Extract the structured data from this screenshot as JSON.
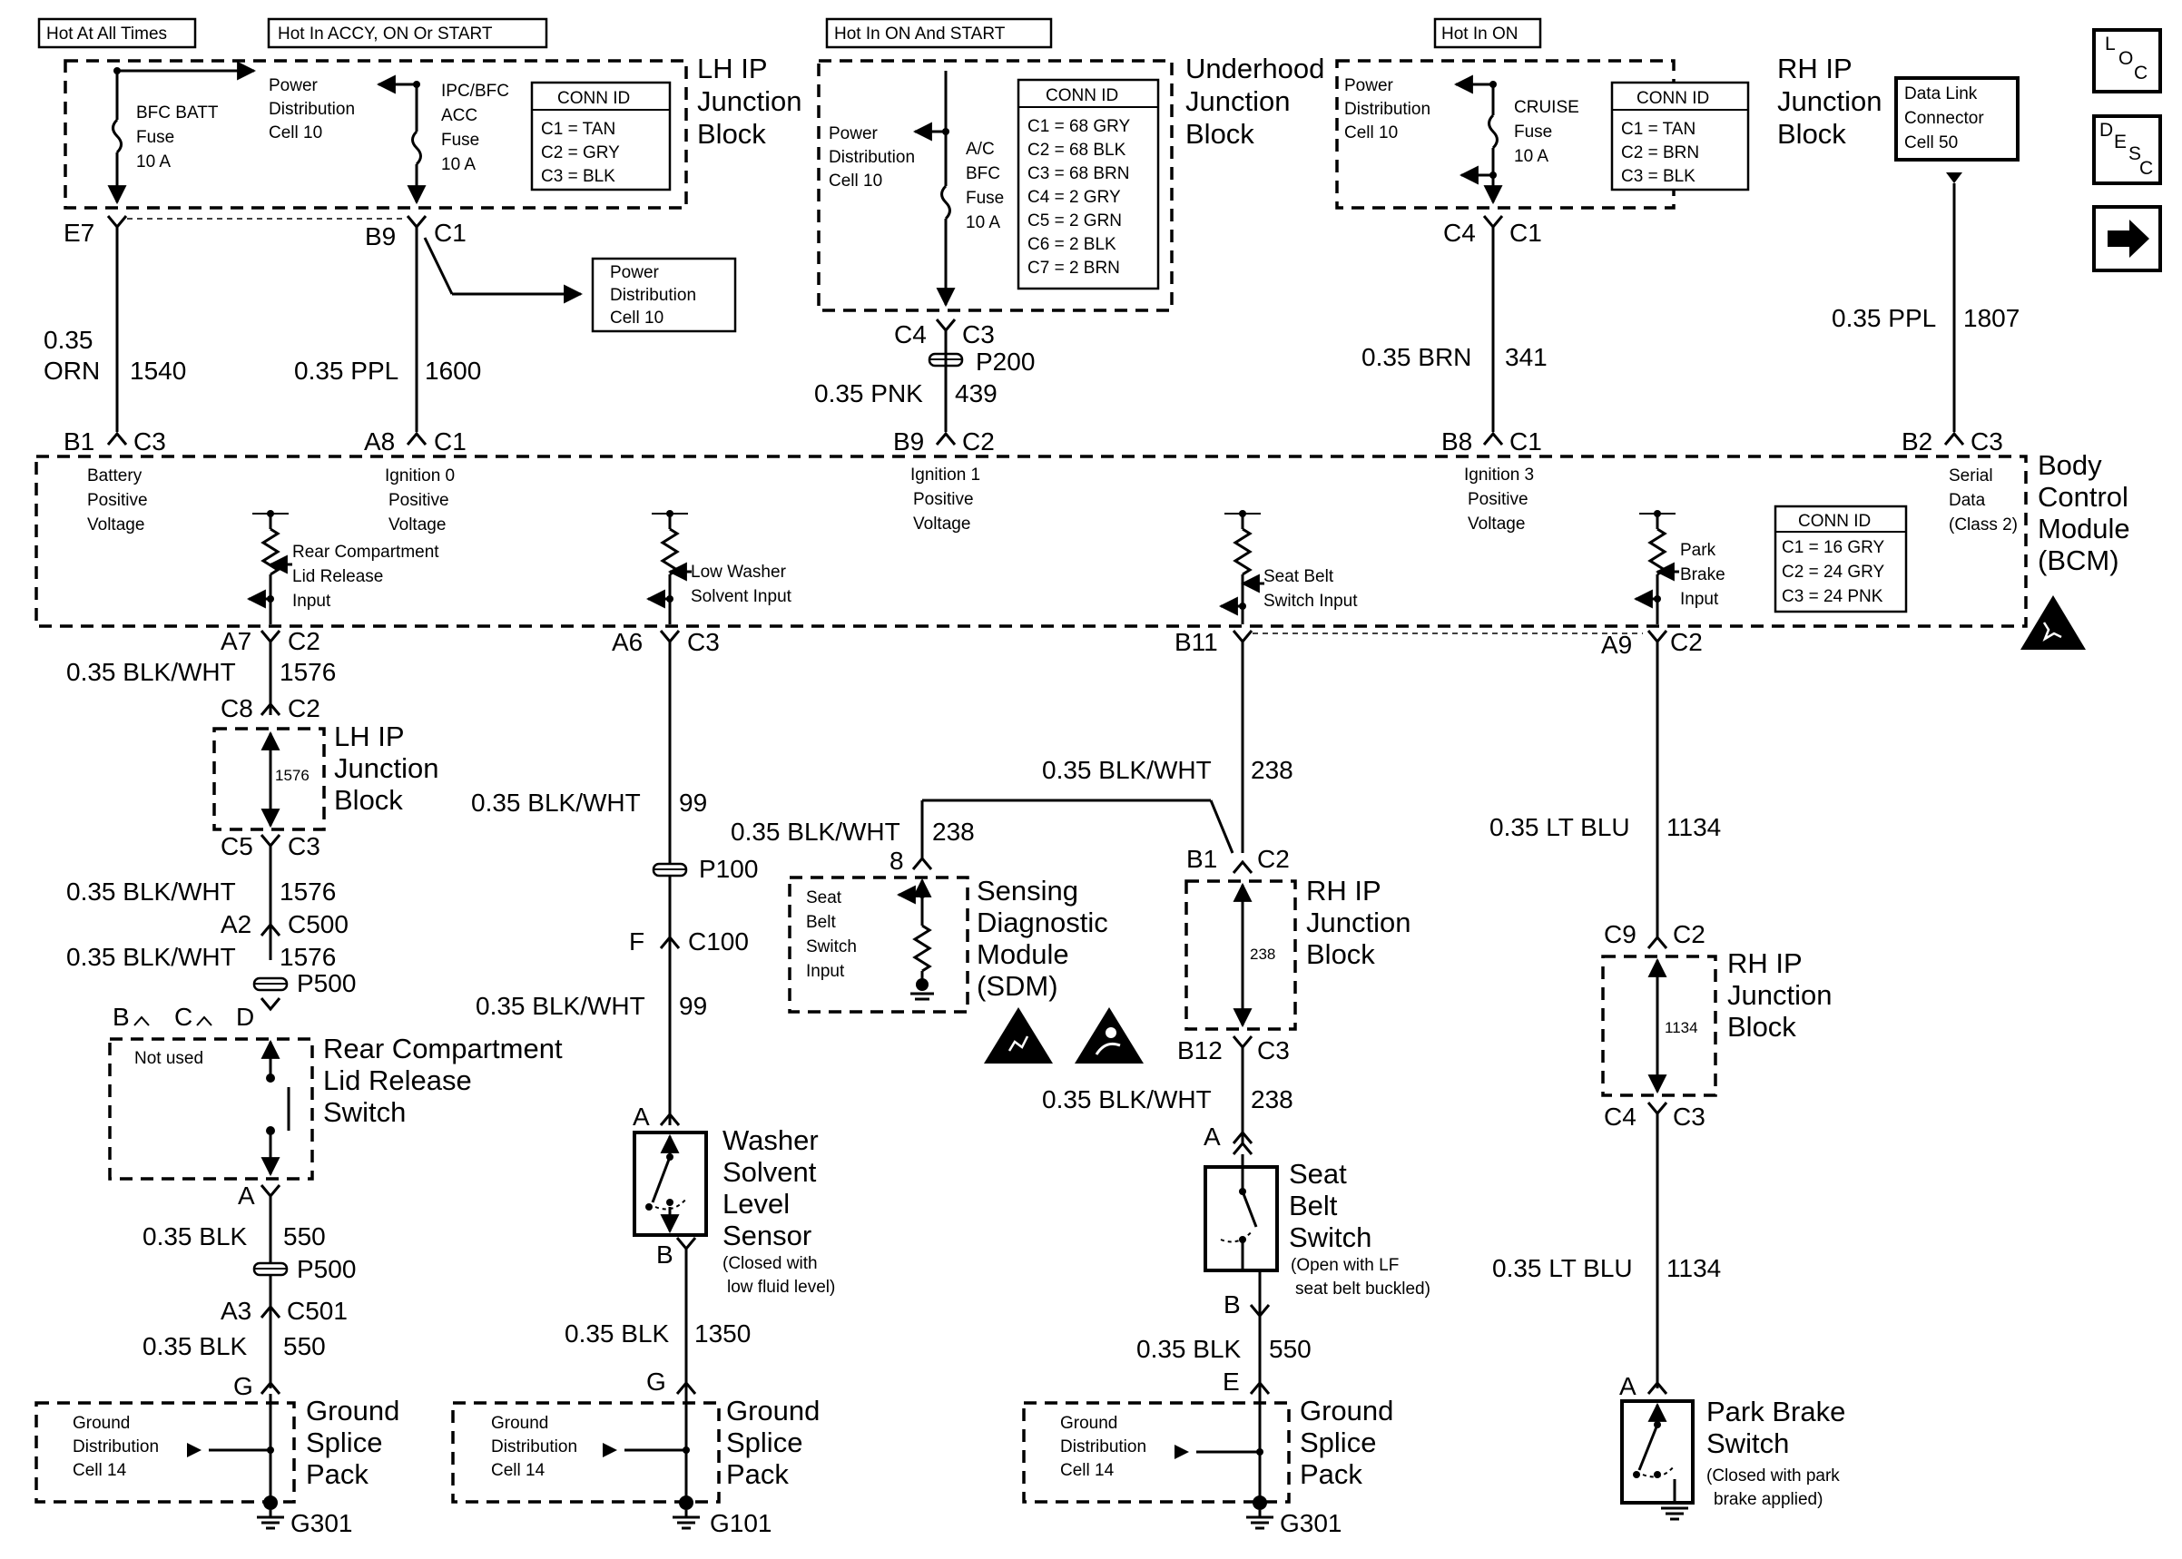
{
  "power_labels": {
    "hot_at_all_times": "Hot At All Times",
    "hot_accy_on_start": "Hot In ACCY, ON Or START",
    "hot_on_and_start": "Hot In ON And START",
    "hot_in_on": "Hot In ON"
  },
  "lh_ip_block": {
    "title": [
      "LH IP",
      "Junction",
      "Block"
    ],
    "bfc_batt_fuse": [
      "BFC BATT",
      "Fuse",
      "10 A"
    ],
    "pdc": [
      "Power",
      "Distribution",
      "Cell 10"
    ],
    "acc_fuse": [
      "IPC/BFC",
      "ACC",
      "Fuse",
      "10 A"
    ],
    "conn_id_title": "CONN ID",
    "conn_ids": [
      "C1 = TAN",
      "C2 = GRY",
      "C3 = BLK"
    ],
    "pin_e7": "E7",
    "pin_b9": "B9",
    "pin_c1": "C1"
  },
  "pdc_box": [
    "Power",
    "Distribution",
    "Cell 10"
  ],
  "underhood_block": {
    "title": [
      "Underhood",
      "Junction",
      "Block"
    ],
    "pdc": [
      "Power",
      "Distribution",
      "Cell 10"
    ],
    "fuse": [
      "A/C",
      "BFC",
      "Fuse",
      "10 A"
    ],
    "conn_id_title": "CONN ID",
    "conn_ids": [
      "C1 = 68 GRY",
      "C2 = 68 BLK",
      "C3 = 68 BRN",
      "C4 = 2 GRY",
      "C5 = 2 GRN",
      "C6 = 2 BLK",
      "C7 = 2 BRN"
    ],
    "pin_c4": "C4",
    "pin_c3": "C3",
    "p200": "P200"
  },
  "rh_ip_block": {
    "title": [
      "RH IP",
      "Junction",
      "Block"
    ],
    "pdc": [
      "Power",
      "Distribution",
      "Cell 10"
    ],
    "fuse": [
      "CRUISE",
      "Fuse",
      "10 A"
    ],
    "conn_id_title": "CONN ID",
    "conn_ids": [
      "C1 = TAN",
      "C2 = BRN",
      "C3 = BLK"
    ],
    "pin_c4": "C4",
    "pin_c1": "C1"
  },
  "dlc": [
    "Data Link",
    "Connector",
    "Cell 50"
  ],
  "nav_icons": {
    "loc": [
      "L",
      "O",
      "C"
    ],
    "desc": [
      "D",
      "E",
      "S",
      "C"
    ]
  },
  "wires_top": {
    "w1540_gauge": [
      "0.35",
      "ORN"
    ],
    "w1540_circuit": "1540",
    "w1600_gauge": "0.35 PPL",
    "w1600_circuit": "1600",
    "w439_gauge": "0.35 PNK",
    "w439_circuit": "439",
    "w341_gauge": "0.35 BRN",
    "w341_circuit": "341",
    "w1807_gauge": "0.35 PPL",
    "w1807_circuit": "1807"
  },
  "bcm": {
    "title": [
      "Body",
      "Control",
      "Module",
      "(BCM)"
    ],
    "top_pins": [
      "B1",
      "C3",
      "A8",
      "C1",
      "B9",
      "C2",
      "B8",
      "C1",
      "B2",
      "C3"
    ],
    "battery": [
      "Battery",
      "Positive",
      "Voltage"
    ],
    "ign0": [
      "Ignition 0",
      "Positive",
      "Voltage"
    ],
    "ign1": [
      "Ignition 1",
      "Positive",
      "Voltage"
    ],
    "ign3": [
      "Ignition 3",
      "Positive",
      "Voltage"
    ],
    "serial": [
      "Serial",
      "Data",
      "(Class 2)"
    ],
    "rear_lid": [
      "Rear Compartment",
      "Lid Release",
      "Input"
    ],
    "washer": [
      "Low Washer",
      "Solvent Input"
    ],
    "seat_belt": [
      "Seat Belt",
      "Switch Input"
    ],
    "park": [
      "Park",
      "Brake",
      "Input"
    ],
    "conn_id_title": "CONN ID",
    "conn_ids": [
      "C1 = 16 GRY",
      "C2 = 24 GRY",
      "C3 = 24 PNK"
    ],
    "bottom_pins": [
      "A7",
      "C2",
      "A6",
      "C3",
      "B11",
      "A9",
      "C2"
    ]
  },
  "col1": {
    "w1": "0.35 BLK/WHT",
    "c1": "1576",
    "pin_c8": "C8",
    "pin_c2": "C2",
    "block": [
      "LH IP",
      "Junction",
      "Block"
    ],
    "inner": "1576",
    "pin_c5": "C5",
    "pin_c3": "C3",
    "w2": "0.35 BLK/WHT",
    "c2": "1576",
    "pin_a2": "A2",
    "pin_c500": "C500",
    "w3": "0.35 BLK/WHT",
    "c3": "1576",
    "p500": "P500",
    "pin_b": "B",
    "pin_c": "C",
    "pin_d": "D",
    "not_used": "Not used",
    "switch": [
      "Rear Compartment",
      "Lid Release",
      "Switch"
    ],
    "pin_a": "A",
    "w4": "0.35 BLK",
    "c4": "550",
    "p500b": "P500",
    "pin_a3": "A3",
    "pin_c501": "C501",
    "w5": "0.35 BLK",
    "c5": "550",
    "pin_g": "G",
    "gsp": [
      "Ground",
      "Splice",
      "Pack"
    ],
    "gdc": [
      "Ground",
      "Distribution",
      "Cell 14"
    ],
    "ground": "G301"
  },
  "col2": {
    "w1": "0.35 BLK/WHT",
    "c1": "99",
    "p100": "P100",
    "pin_f": "F",
    "pin_c100": "C100",
    "w2": "0.35 BLK/WHT",
    "c2": "99",
    "pin_a": "A",
    "sensor": [
      "Washer",
      "Solvent",
      "Level",
      "Sensor"
    ],
    "sensor_note": [
      "(Closed with",
      "low fluid level)"
    ],
    "pin_b": "B",
    "w3": "0.35 BLK",
    "c3": "1350",
    "pin_g": "G",
    "gsp": [
      "Ground",
      "Splice",
      "Pack"
    ],
    "gdc": [
      "Ground",
      "Distribution",
      "Cell 14"
    ],
    "ground": "G101"
  },
  "sdm": {
    "w1": "0.35 BLK/WHT",
    "c1": "238",
    "pin_8": "8",
    "input": [
      "Seat",
      "Belt",
      "Switch",
      "Input"
    ],
    "title": [
      "Sensing",
      "Diagnostic",
      "Module",
      "(SDM)"
    ]
  },
  "col3": {
    "w1": "0.35 BLK/WHT",
    "c1": "238",
    "pin_b1": "B1",
    "pin_c2": "C2",
    "block": [
      "RH IP",
      "Junction",
      "Block"
    ],
    "inner": "238",
    "pin_b12": "B12",
    "pin_c3": "C3",
    "w2": "0.35 BLK/WHT",
    "c2": "238",
    "pin_a": "A",
    "switch": [
      "Seat",
      "Belt",
      "Switch"
    ],
    "switch_note": [
      "(Open with LF",
      "seat belt buckled)"
    ],
    "pin_b": "B",
    "w3": "0.35 BLK",
    "c3": "550",
    "pin_e": "E",
    "gsp": [
      "Ground",
      "Splice",
      "Pack"
    ],
    "gdc": [
      "Ground",
      "Distribution",
      "Cell 14"
    ],
    "ground": "G301"
  },
  "col4": {
    "w1": "0.35 LT BLU",
    "c1": "1134",
    "pin_c9": "C9",
    "pin_c2": "C2",
    "block": [
      "RH IP",
      "Junction",
      "Block"
    ],
    "inner": "1134",
    "pin_c4": "C4",
    "pin_c3": "C3",
    "w2": "0.35 LT BLU",
    "c2": "1134",
    "pin_a": "A",
    "switch": [
      "Park Brake",
      "Switch"
    ],
    "switch_note": [
      "(Closed with park",
      "brake applied)"
    ]
  }
}
